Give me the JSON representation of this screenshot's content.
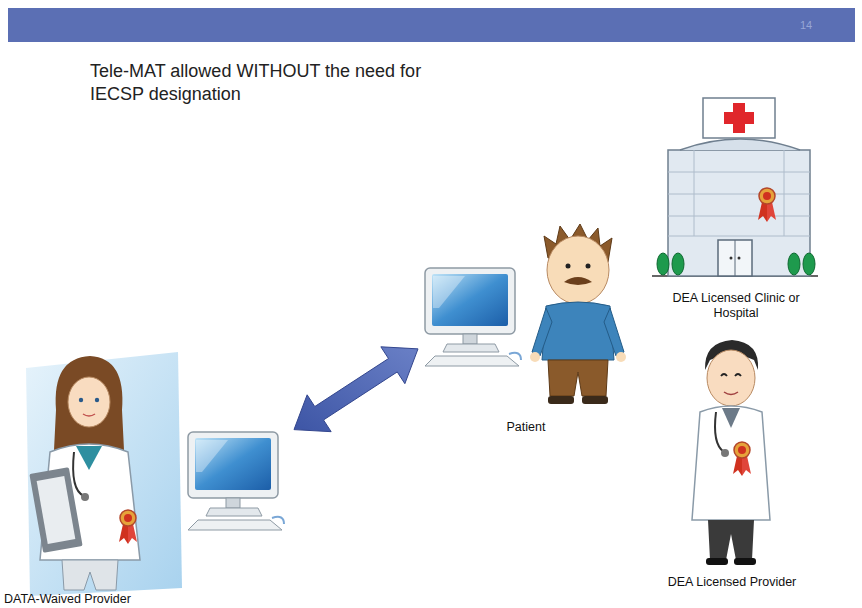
{
  "diagram": {
    "title": "Tele-MAT allowed WITHOUT the need for IECSP designation",
    "nodes": [
      {
        "text": [
          "DATA-Waived Provider"
        ]
      },
      {
        "text": [
          "Patient"
        ]
      },
      {
        "text": [
          "DEA Licensed Clinic or Hospital"
        ]
      },
      {
        "text": [
          "DEA Licensed Provider"
        ]
      }
    ],
    "edges": [
      {
        "from": 0,
        "to": 1,
        "arrow": "both"
      }
    ],
    "labels": [
      "14"
    ]
  }
}
